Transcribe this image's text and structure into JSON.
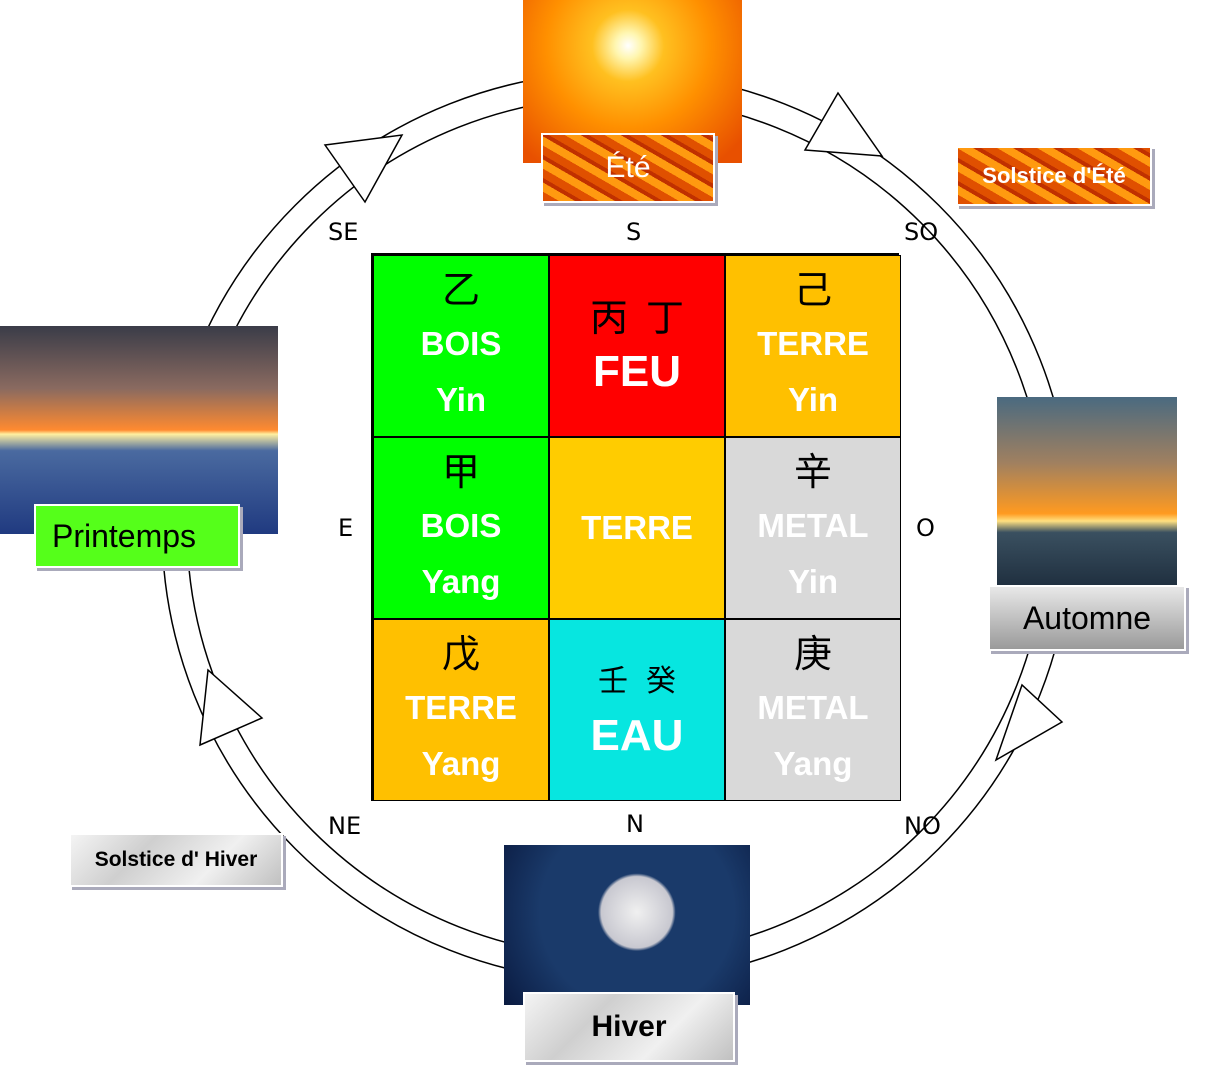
{
  "directions": {
    "s": "S",
    "se": "SE",
    "so": "SO",
    "e": "E",
    "o": "O",
    "ne": "NE",
    "n": "N",
    "no": "NO"
  },
  "seasons": {
    "summer": "Été",
    "spring": "Printemps",
    "autumn": "Automne",
    "winter": "Hiver",
    "summer_solstice": "Solstice d'Été",
    "winter_solstice": "Solstice d' Hiver"
  },
  "cells": [
    {
      "chars": "乙",
      "element": "BOIS",
      "polarity": "Yin",
      "color": "#00ff00"
    },
    {
      "chars": "丙丁",
      "element": "FEU",
      "polarity": "",
      "color": "#ff0000"
    },
    {
      "chars": "己",
      "element": "TERRE",
      "polarity": "Yin",
      "color": "#ffc000"
    },
    {
      "chars": "甲",
      "element": "BOIS",
      "polarity": "Yang",
      "color": "#00ff00"
    },
    {
      "chars": "",
      "element": "TERRE",
      "polarity": "",
      "color": "#ffcc00"
    },
    {
      "chars": "辛",
      "element": "METAL",
      "polarity": "Yin",
      "color": "#d9d9d9"
    },
    {
      "chars": "戊",
      "element": "TERRE",
      "polarity": "Yang",
      "color": "#ffc000"
    },
    {
      "chars": "壬癸",
      "element": "EAU",
      "polarity": "",
      "color": "#07e6e0"
    },
    {
      "chars": "庚",
      "element": "METAL",
      "polarity": "Yang",
      "color": "#d9d9d9"
    }
  ]
}
